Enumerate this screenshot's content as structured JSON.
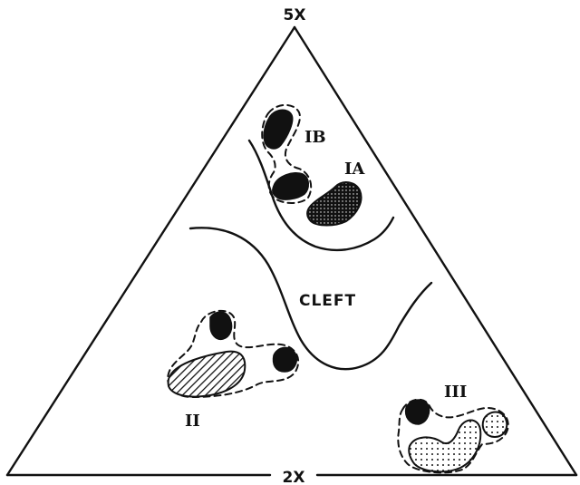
{
  "diagram": {
    "apex_label": "5X",
    "base_label": "2X",
    "region_labels": {
      "ib": "IB",
      "ia": "IA",
      "cleft": "CLEFT",
      "ii": "II",
      "iii": "III"
    }
  }
}
